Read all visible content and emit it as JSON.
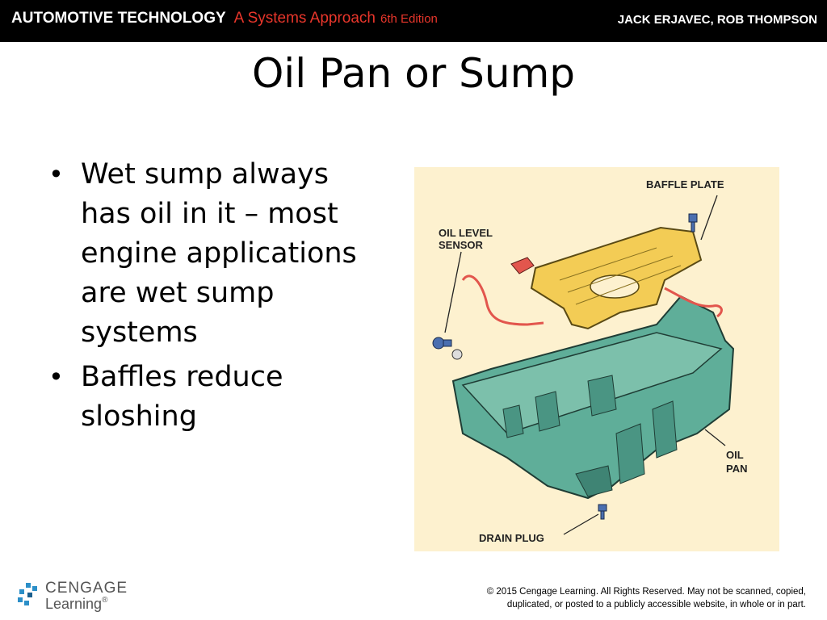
{
  "header": {
    "brand": "AUTOMOTIVE TECHNOLOGY",
    "subtitle": "A Systems Approach",
    "edition": "6th Edition",
    "authors": "JACK ERJAVEC, ROB THOMPSON"
  },
  "title": "Oil Pan or Sump",
  "bullets": [
    "Wet sump always has oil in it – most engine applications are wet sump systems",
    "Baffles reduce sloshing"
  ],
  "figure": {
    "labels": {
      "baffle_plate": "BAFFLE PLATE",
      "oil_level_sensor_1": "OIL LEVEL",
      "oil_level_sensor_2": "SENSOR",
      "oil_pan_1": "OIL",
      "oil_pan_2": "PAN",
      "drain_plug": "DRAIN PLUG"
    },
    "colors": {
      "background": "#fdf1cf",
      "pan": "#5fae99",
      "baffle": "#f3cc55",
      "gasket": "#e2564d"
    }
  },
  "footer": {
    "logo_line_1": "CENGAGE",
    "logo_line_2": "Learning",
    "logo_mark": "®",
    "copyright_1": "© 2015 Cengage Learning. All Rights Reserved. May not be scanned, copied,",
    "copyright_2": "duplicated, or posted to a publicly accessible website, in whole or in part."
  }
}
